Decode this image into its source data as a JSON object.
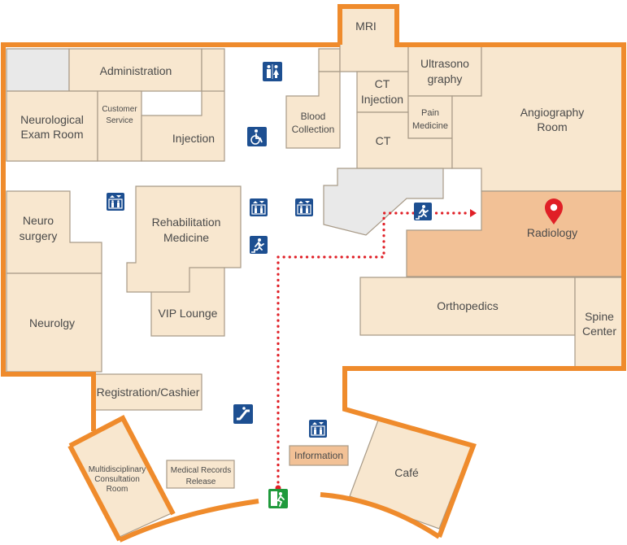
{
  "rooms": {
    "mri": "MRI",
    "administration": "Administration",
    "ultrasonography": [
      "Ultrasono",
      "graphy"
    ],
    "neurological_exam": [
      "Neurological",
      "Exam Room"
    ],
    "customer_service": [
      "Customer",
      "Service"
    ],
    "injection": "Injection",
    "blood_collection": [
      "Blood",
      "Collection"
    ],
    "ct_injection": [
      "CT",
      "Injection"
    ],
    "pain_medicine": [
      "Pain",
      "Medicine"
    ],
    "angiography": [
      "Angiography",
      "Room"
    ],
    "ct": "CT",
    "neurosurgery": [
      "Neuro",
      "surgery"
    ],
    "rehabilitation": [
      "Rehabilitation",
      "Medicine"
    ],
    "radiology": "Radiology",
    "orthopedics": "Orthopedics",
    "spine_center": [
      "Spine",
      "Center"
    ],
    "neurology": "Neurolgy",
    "vip_lounge": "VIP Lounge",
    "registration": "Registration/Cashier",
    "multidisciplinary": [
      "Multidisciplinary",
      "Consultation",
      "Room"
    ],
    "medical_records": [
      "Medical Records",
      "Release"
    ],
    "information": "Information",
    "cafe": "Café"
  },
  "colors": {
    "wall": "#ef8b2c",
    "room_fill": "#f8e7cf",
    "highlight_fill": "#f2c196",
    "route": "#e01f26",
    "icon_blue": "#1d4f91",
    "exit_green": "#1f9a3c"
  },
  "icons": [
    "restroom-icon",
    "wheelchair-icon",
    "elevator-icon",
    "stairs-icon",
    "escalator-icon",
    "location-pin-icon",
    "emergency-exit-icon"
  ]
}
